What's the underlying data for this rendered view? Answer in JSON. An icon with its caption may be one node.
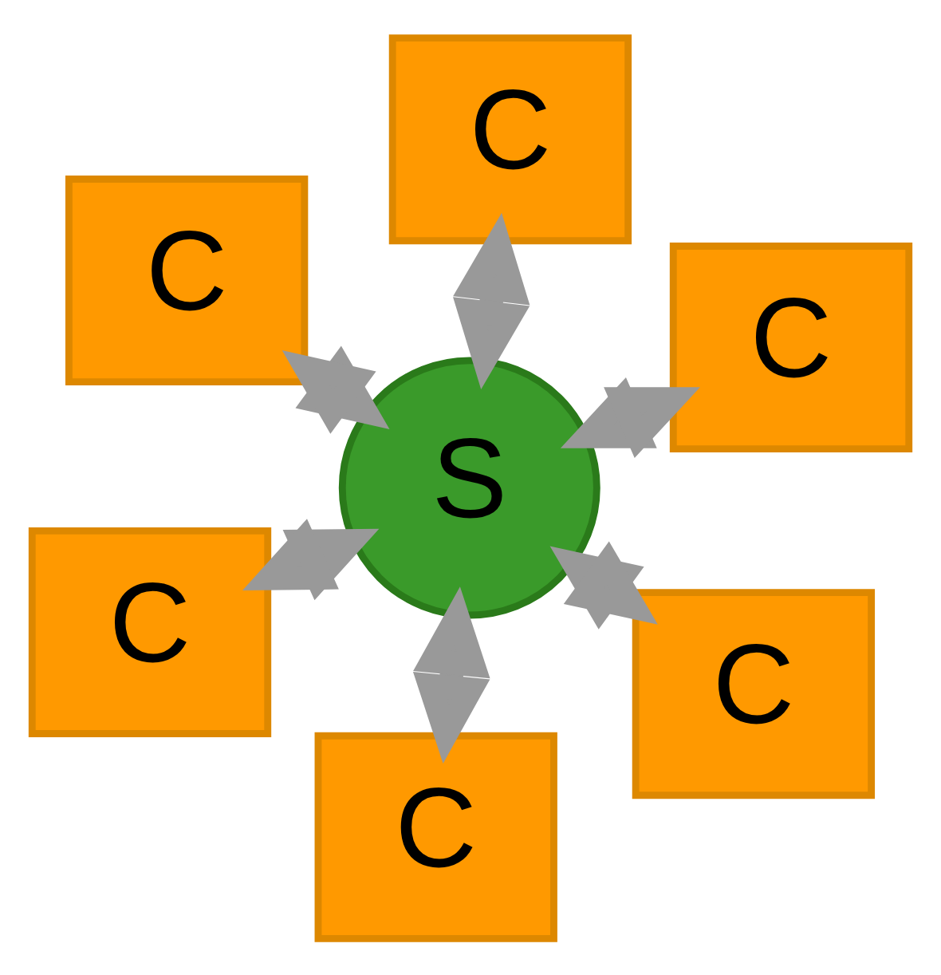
{
  "diagram": {
    "nodes": [
      {
        "text": [
          "C"
        ]
      },
      {
        "text": [
          "C"
        ]
      },
      {
        "text": [
          "C"
        ]
      },
      {
        "text": [
          "S"
        ]
      },
      {
        "text": [
          "C"
        ]
      },
      {
        "text": [
          "C"
        ]
      },
      {
        "text": [
          "C"
        ]
      }
    ],
    "edges": [
      {
        "from": 3,
        "to": 0,
        "arrow": "both"
      },
      {
        "from": 3,
        "to": 2,
        "arrow": "both"
      },
      {
        "from": 3,
        "to": 5,
        "arrow": "both"
      },
      {
        "from": 3,
        "to": 6,
        "arrow": "both"
      },
      {
        "from": 3,
        "to": 4,
        "arrow": "both"
      },
      {
        "from": 3,
        "to": 1,
        "arrow": "both"
      }
    ]
  }
}
